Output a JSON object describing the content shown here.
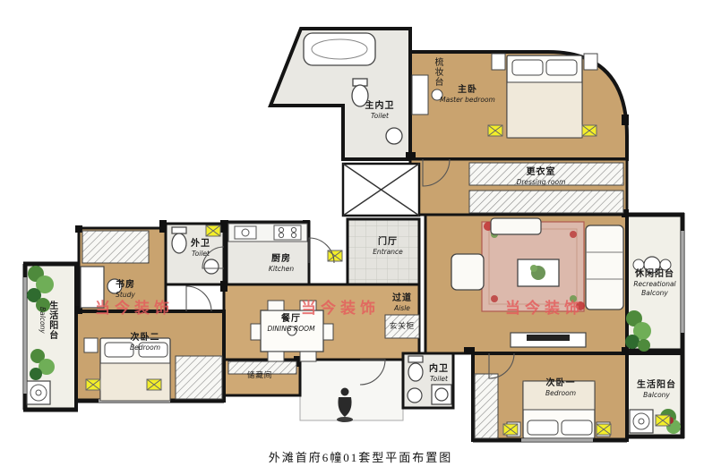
{
  "title": "外滩首府6幢01套型平面布置图",
  "watermark": "当今装饰",
  "rooms": {
    "master_bedroom": {
      "zh": "主卧",
      "en": "Master bedroom"
    },
    "vanity": {
      "zh": "梳妆台"
    },
    "master_toilet": {
      "zh": "主内卫",
      "en": "Toilet"
    },
    "dressing_room": {
      "zh": "更衣室",
      "en": "Dressing room"
    },
    "kitchen": {
      "zh": "厨房",
      "en": "Kitchen"
    },
    "outer_toilet": {
      "zh": "外卫",
      "en": "Toilet"
    },
    "entrance": {
      "zh": "门厅",
      "en": "Entrance"
    },
    "study": {
      "zh": "书房",
      "en": "Study"
    },
    "bedroom_two": {
      "zh": "次卧二",
      "en": "Bedroom"
    },
    "left_balcony": {
      "zh": "生活阳台",
      "en": "Balcony"
    },
    "dining_room": {
      "zh": "餐厅",
      "en": "DINING ROOM"
    },
    "aisle": {
      "zh": "过道",
      "en": "Aisle"
    },
    "entry_cabinet": {
      "zh": "玄关柜"
    },
    "storage": {
      "zh": "储藏间"
    },
    "inner_toilet": {
      "zh": "内卫",
      "en": "Toilet"
    },
    "bedroom_one": {
      "zh": "次卧一",
      "en": "Bedroom"
    },
    "recreational_balcony": {
      "zh": "休闲阳台",
      "en": "Recreational Balcony"
    },
    "bottom_right_balcony": {
      "zh": "生活阳台",
      "en": "Balcony"
    }
  },
  "colors": {
    "wood_floor": "#c9a36f",
    "tile_floor": "#e9e8e3",
    "balcony_floor": "#f1f0e8",
    "wall": "#141414",
    "highlight_yellow": "#f3ee2a",
    "watermark_red": "#e45c5c",
    "plant_green": "#4e8a3c"
  }
}
